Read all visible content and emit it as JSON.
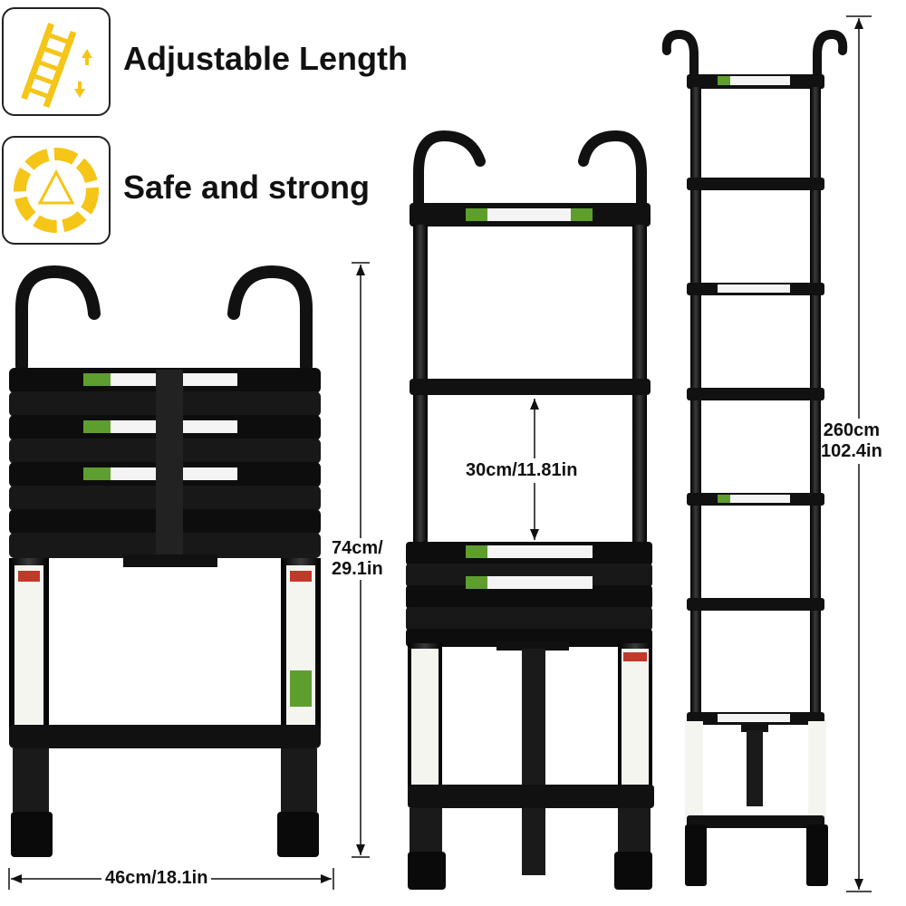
{
  "features": [
    {
      "label": "Adjustable Length",
      "icon": "ladder-arrows-icon"
    },
    {
      "label": "Safe and strong",
      "icon": "shield-triangle-icon"
    }
  ],
  "dimensions": {
    "collapsed_height": {
      "line1": "74cm/",
      "line2": "29.1in"
    },
    "width": "46cm/18.1in",
    "step_spacing": "30cm/11.81in",
    "extended_height": {
      "line1": "260cm",
      "line2": "102.4in"
    }
  },
  "colors": {
    "accent": "#F5C518",
    "ladder": "#111111",
    "label_green": "#5E9E2F",
    "background": "#FFFFFF"
  }
}
